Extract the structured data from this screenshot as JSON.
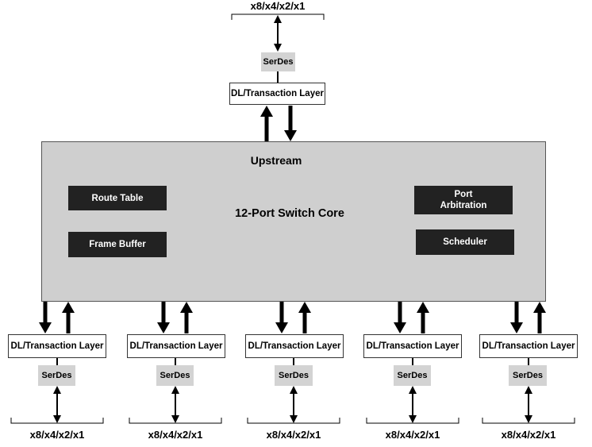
{
  "top": {
    "bus_label": "x8/x4/x2/x1",
    "serdes_label": "SerDes",
    "dl_label": "DL/Transaction Layer"
  },
  "core": {
    "upstream_label": "Upstream",
    "title": "12-Port Switch Core",
    "blocks": {
      "route_table": "Route Table",
      "frame_buffer": "Frame Buffer",
      "port_arbitration": "Port\nArbitration",
      "scheduler": "Scheduler"
    }
  },
  "ports": [
    {
      "dl_label": "DL/Transaction Layer",
      "serdes_label": "SerDes",
      "bus_label": "x8/x4/x2/x1"
    },
    {
      "dl_label": "DL/Transaction Layer",
      "serdes_label": "SerDes",
      "bus_label": "x8/x4/x2/x1"
    },
    {
      "dl_label": "DL/Transaction Layer",
      "serdes_label": "SerDes",
      "bus_label": "x8/x4/x2/x1"
    },
    {
      "dl_label": "DL/Transaction Layer",
      "serdes_label": "SerDes",
      "bus_label": "x8/x4/x2/x1"
    },
    {
      "dl_label": "DL/Transaction Layer",
      "serdes_label": "SerDes",
      "bus_label": "x8/x4/x2/x1"
    }
  ]
}
